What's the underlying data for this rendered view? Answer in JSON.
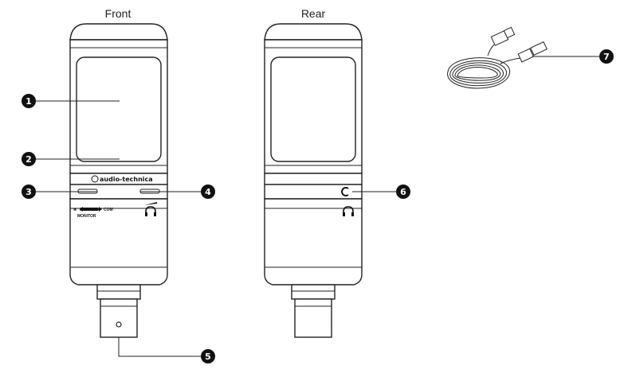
{
  "labels": {
    "front": "Front",
    "rear": "Rear"
  },
  "front_mic": {
    "brand": "audio-technica",
    "switch_left": "✻",
    "switch_right": "COM",
    "switch_bottom": "MONITOR"
  },
  "callouts": [
    "1",
    "2",
    "3",
    "4",
    "5",
    "6",
    "7"
  ],
  "icons": {
    "headphone": "headphone-icon",
    "brand_logo": "audio-technica-logo-icon",
    "usb_cable": "usb-cable-icon"
  },
  "colors": {
    "line": "#222222",
    "callout_fill": "#111111",
    "background": "#ffffff"
  }
}
